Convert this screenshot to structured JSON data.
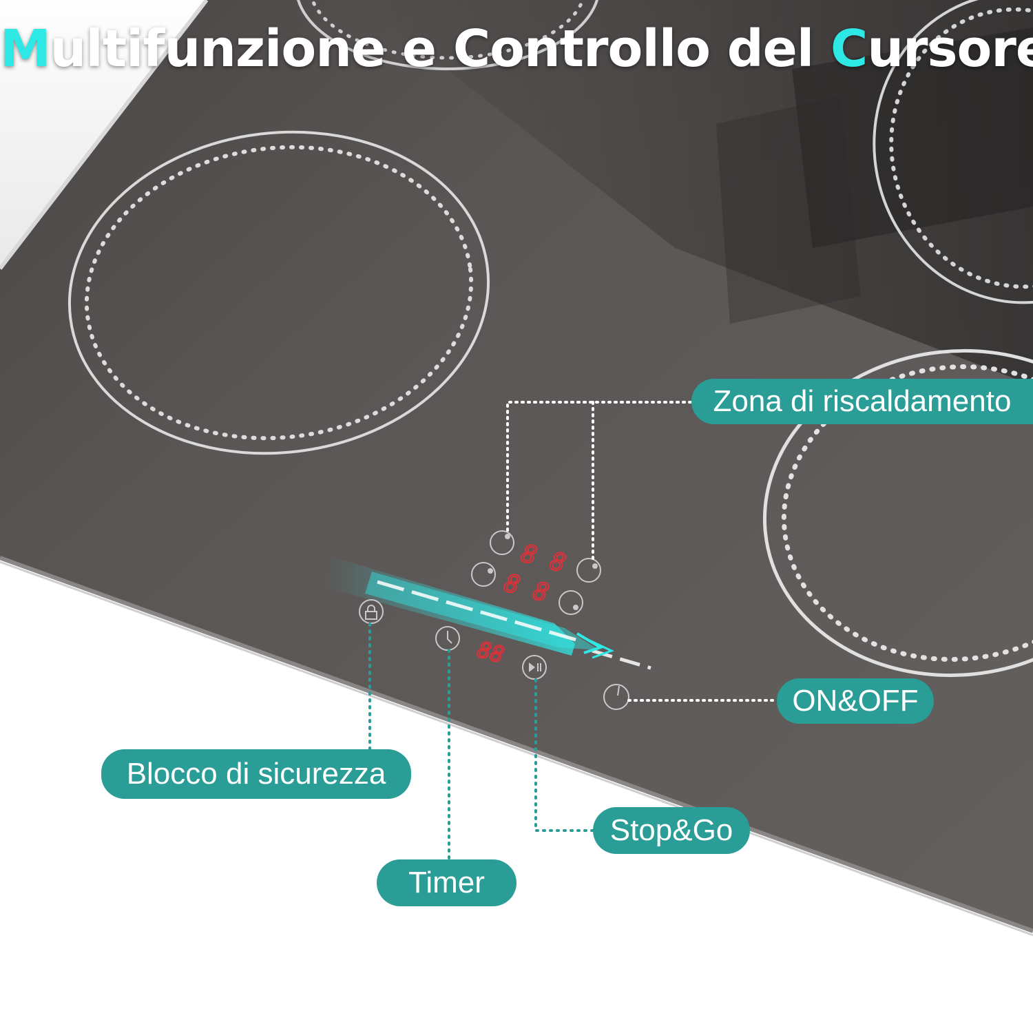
{
  "title": {
    "part1_accent": "M",
    "part2": "ultifunzione e Controllo del ",
    "part3_accent": "C",
    "part4": "ursore"
  },
  "callouts": {
    "heating_zone": "Zona di riscaldamento",
    "on_off": "ON&OFF",
    "safety_lock": "Blocco di sicurezza",
    "stop_go": "Stop&Go",
    "timer": "Timer"
  },
  "displays": {
    "zone_rear": "8  8",
    "zone_front": "8  8",
    "timer": "88"
  },
  "icons": {
    "lock": "lock-icon",
    "timer": "clock-icon",
    "stop_go": "play-pause-icon",
    "power": "power-icon"
  },
  "colors": {
    "accent": "#2ee8e6",
    "callout": "#2a9d97",
    "glass": "#5d5958",
    "display": "#e0303a"
  }
}
